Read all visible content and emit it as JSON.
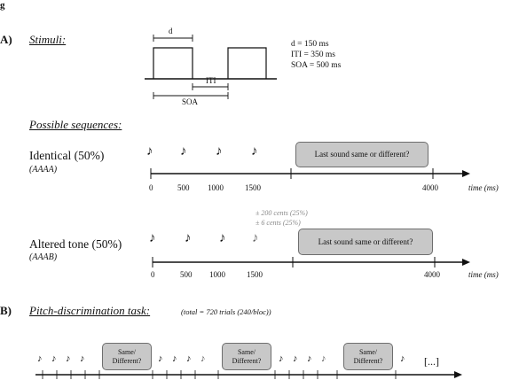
{
  "panel_letter_top": "g",
  "section_a": {
    "label": "A)",
    "heading": "Stimuli:",
    "d_label": "d",
    "iti_label": "ITI",
    "soa_label": "SOA",
    "params": [
      "d = 150 ms",
      "ITI = 350 ms",
      "SOA = 500 ms"
    ],
    "possible_heading": "Possible sequences:"
  },
  "identical": {
    "name": "Identical (50%)",
    "code": "(AAAA)",
    "box_text": "Last sound same or different?",
    "ticks": [
      "0",
      "500",
      "1000",
      "1500",
      "4000"
    ],
    "time_label": "time (ms)"
  },
  "altered": {
    "name": "Altered tone (50%)",
    "code": "(AAAB)",
    "deviant_notes": [
      "± 200 cents (25%)",
      "± 6 cents (25%)"
    ],
    "box_text": "Last sound same or different?",
    "ticks": [
      "0",
      "500",
      "1000",
      "1500",
      "4000"
    ],
    "time_label": "time (ms)"
  },
  "section_b": {
    "label": "B)",
    "heading": "Pitch-discrimination task:",
    "subtitle": "(total = 720 trials (240/bloc))",
    "box_line1": "Same/",
    "box_line2": "Different?",
    "ellipsis": "[...]"
  },
  "note_glyph": "♪",
  "colors": {
    "box_fill": "#c8c8c8",
    "box_border": "#6e6e6e",
    "altered_note": "#666666"
  }
}
